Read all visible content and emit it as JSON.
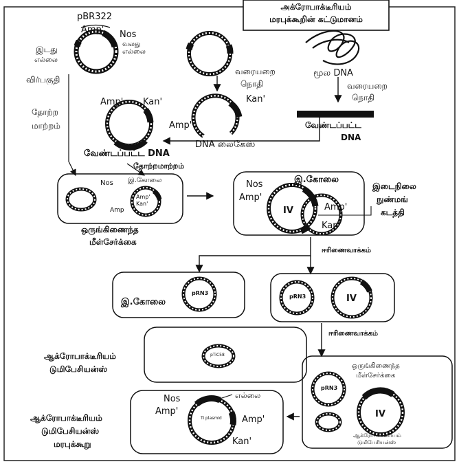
{
  "header_box": {
    "line1": "அக்ரோபாக்டீரியம்",
    "line2": "மரபுக்கூறின் கட்டுமானம்"
  },
  "top": {
    "plasmid": "pBR322",
    "amp": "Amp'",
    "nos": "Nos",
    "right_border": "வலது எல்லை",
    "left_border_1": "இடது",
    "left_border_2": "எல்லை",
    "replication_origin": "விர்பகுதி",
    "restriction_1": "வரையறை",
    "restriction_2": "நொதி",
    "source_dna": "மூல DNA",
    "restriction_3": "வரையறை",
    "restriction_4": "நொதி",
    "kan": "Kan'",
    "transformation_1": "தோற்ற",
    "transformation_2": "மாற்றம்",
    "amp2": "Amp'",
    "kan2": "Kan'",
    "amp3": "Amp'",
    "dna_ligase": "DNA லைகேஸ்",
    "cut_dna_1": "வேண்டப்பட்ட",
    "cut_dna_2": "DNA",
    "cut_dna_left": "வேண்டப்பட்ட DNA",
    "transformation_label": "தோற்றமாற்றம்"
  },
  "middle": {
    "nos": "Nos",
    "ecoli_small": "இ.கோலை",
    "amp_small": "Amp",
    "ampkan": "Amp'",
    "kan_small": "Kan'",
    "cointegrate_1": "ஒருங்கிணைந்த",
    "cointegrate_2": "மீள்சேர்க்கை",
    "nos2": "Nos",
    "ecoli2": "இ.கோலை",
    "amp_left": "Amp'",
    "amp_right": "Amp'",
    "kan_right": "Kan'",
    "iv": "IV",
    "intermediate_1": "இடைநிலை",
    "intermediate_2": "நுண்மங்",
    "intermediate_3": "கடத்தி",
    "conjugation_1": "ஈரிணைவாக்கம்",
    "prn3": "pRN3",
    "ecoli3": "இ.கோலை",
    "prn3b": "pRN3",
    "iv2": "IV",
    "conjugation_2": "ஈரிணைவாக்கம்"
  },
  "bottom": {
    "agro_1": "ஆக்ரோபாக்டீரியம்",
    "agro_2": "டுமிபேசியன்ஸ்",
    "plasmid_small": "pTiC58",
    "cointegrate_1": "ஒருங்கிணைந்த",
    "cointegrate_2": "மீள்சேர்க்கை",
    "prn3": "pRN3",
    "iv": "IV",
    "agro_small_1": "ஆக்ரோபாக்டீரியம்",
    "agro_small_2": "டுமிபேசியன்ஸ்",
    "nos": "Nos",
    "border": "எல்லை",
    "amp_left": "Amp'",
    "amp_right": "Amp'",
    "kan": "Kan'",
    "agro_final_1": "ஆக்ரோபாக்டீரியம்",
    "agro_final_2": "டுமிபேசியன்ஸ்",
    "agro_final_3": "மரபுக்கூறு",
    "ti_plasmid": "Ti plasmid"
  }
}
